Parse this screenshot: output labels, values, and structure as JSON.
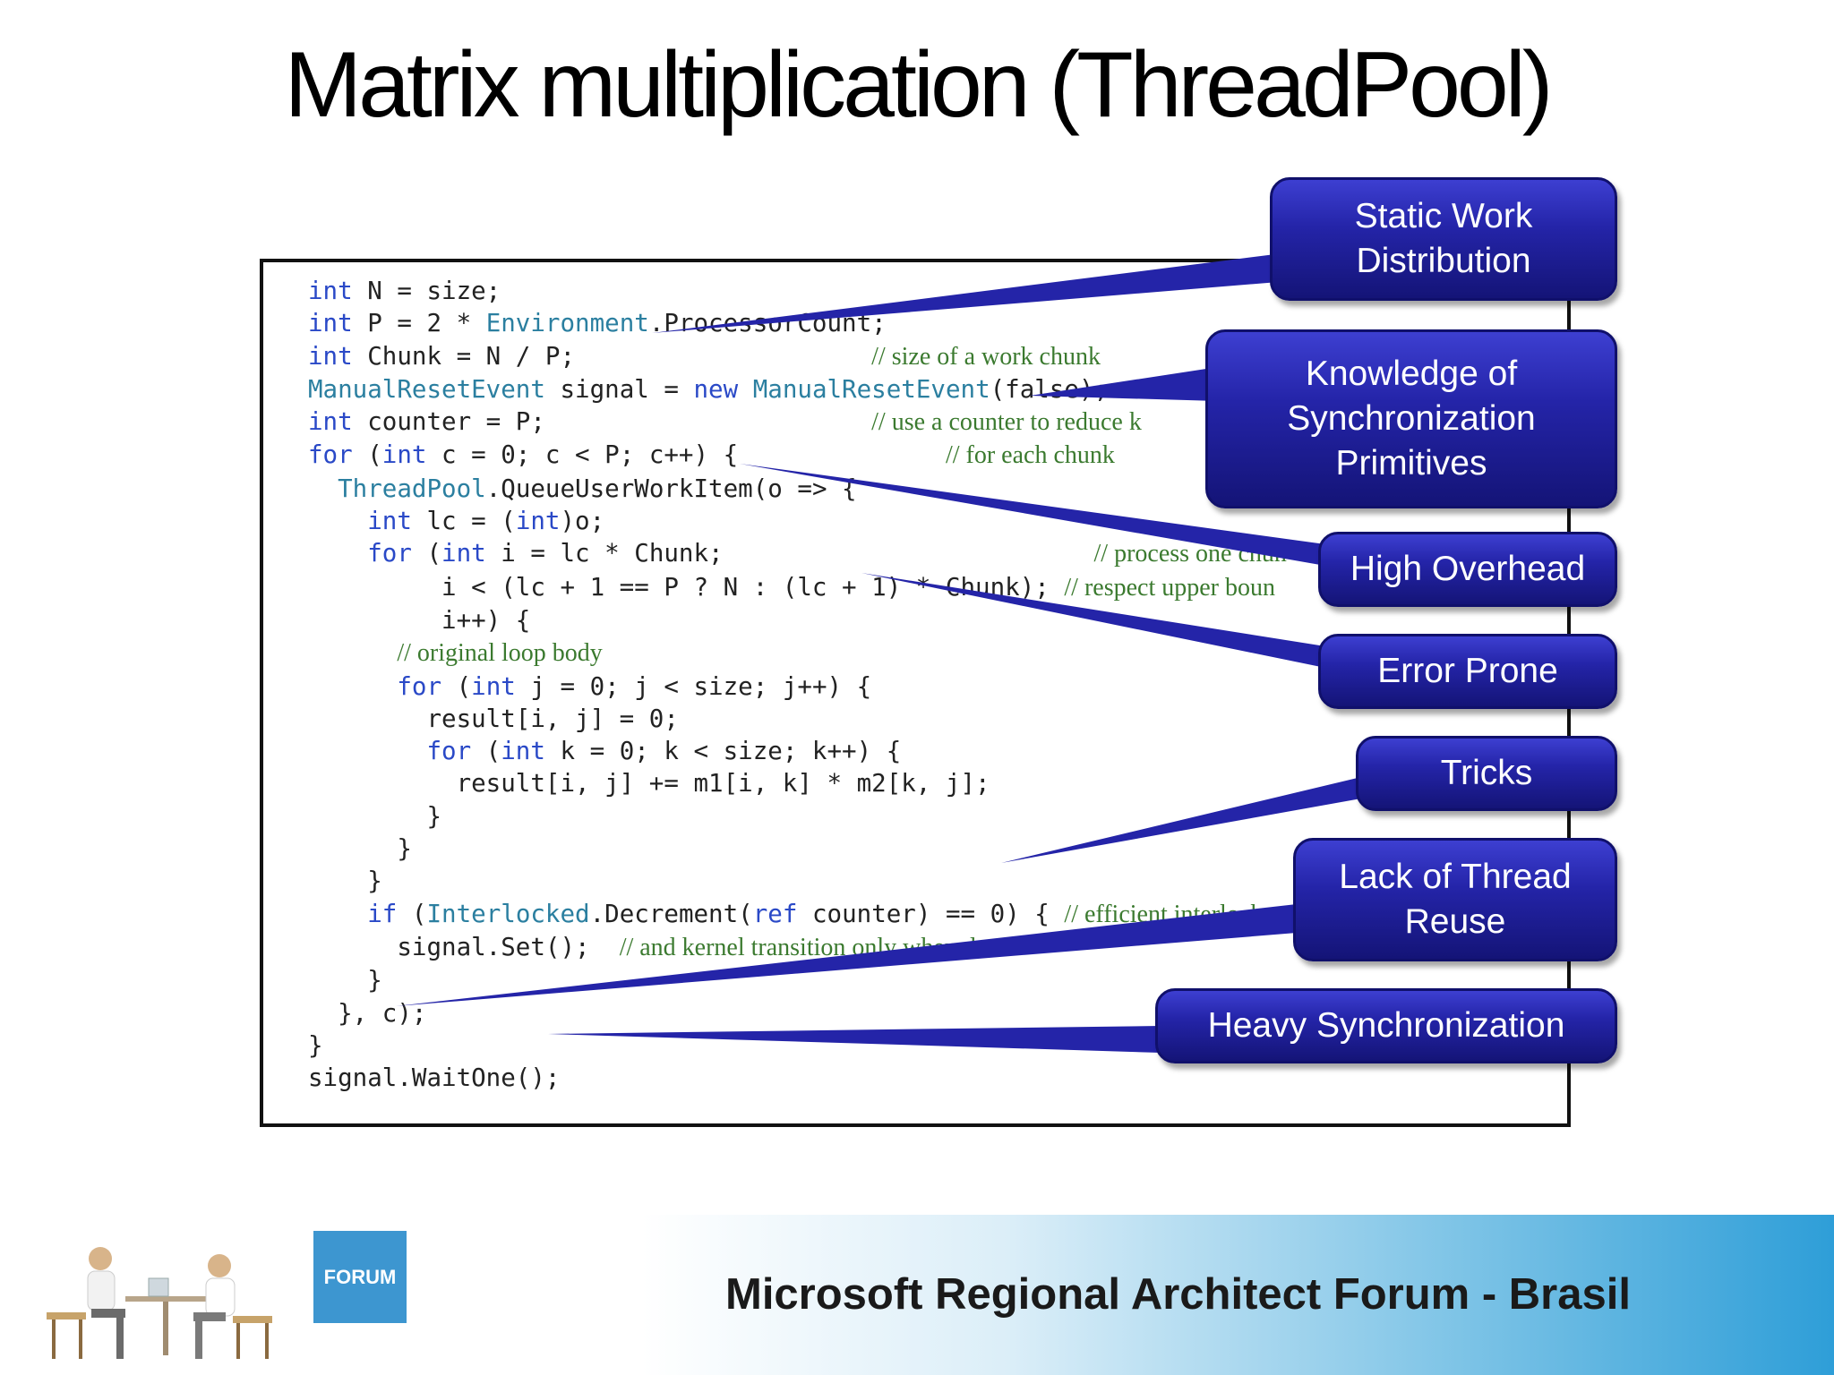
{
  "slide": {
    "title": "Matrix multiplication (ThreadPool)"
  },
  "code": {
    "lines": [
      [
        {
          "t": "int",
          "c": "kw"
        },
        {
          "t": " N = size;"
        }
      ],
      [
        {
          "t": "int",
          "c": "kw"
        },
        {
          "t": " P = 2 * "
        },
        {
          "t": "Environment",
          "c": "ty"
        },
        {
          "t": ".ProcessorCount;"
        }
      ],
      [
        {
          "t": "int",
          "c": "kw"
        },
        {
          "t": " Chunk = N / P;                    "
        },
        {
          "t": "// size of a work chunk",
          "c": "cm"
        }
      ],
      [
        {
          "t": "ManualResetEvent",
          "c": "ty"
        },
        {
          "t": " signal = "
        },
        {
          "t": "new",
          "c": "kw"
        },
        {
          "t": " "
        },
        {
          "t": "ManualResetEvent",
          "c": "ty"
        },
        {
          "t": "(false);"
        }
      ],
      [
        {
          "t": "int",
          "c": "kw"
        },
        {
          "t": " counter = P;                      "
        },
        {
          "t": "// use a counter to reduce k",
          "c": "cm"
        }
      ],
      [
        {
          "t": "for",
          "c": "kw"
        },
        {
          "t": " ("
        },
        {
          "t": "int",
          "c": "kw"
        },
        {
          "t": " c = 0; c < P; c++) {              "
        },
        {
          "t": "// for each chunk",
          "c": "cm"
        }
      ],
      [
        {
          "t": "  "
        },
        {
          "t": "ThreadPool",
          "c": "ty"
        },
        {
          "t": ".QueueUserWorkItem(o => {"
        }
      ],
      [
        {
          "t": "    "
        },
        {
          "t": "int",
          "c": "kw"
        },
        {
          "t": " lc = ("
        },
        {
          "t": "int",
          "c": "kw"
        },
        {
          "t": ")o;"
        }
      ],
      [
        {
          "t": "    "
        },
        {
          "t": "for",
          "c": "kw"
        },
        {
          "t": " ("
        },
        {
          "t": "int",
          "c": "kw"
        },
        {
          "t": " i = lc * Chunk;                         "
        },
        {
          "t": "// process one chun",
          "c": "cm"
        }
      ],
      [
        {
          "t": "         i < (lc + 1 == P ? N : (lc + 1) * Chunk); "
        },
        {
          "t": "// respect upper boun",
          "c": "cm"
        }
      ],
      [
        {
          "t": "         i++) {"
        }
      ],
      [
        {
          "t": "      "
        },
        {
          "t": "// original loop body",
          "c": "cm"
        }
      ],
      [
        {
          "t": "      "
        },
        {
          "t": "for",
          "c": "kw"
        },
        {
          "t": " ("
        },
        {
          "t": "int",
          "c": "kw"
        },
        {
          "t": " j = 0; j < size; j++) {"
        }
      ],
      [
        {
          "t": "        result[i, j] = 0;"
        }
      ],
      [
        {
          "t": "        "
        },
        {
          "t": "for",
          "c": "kw"
        },
        {
          "t": " ("
        },
        {
          "t": "int",
          "c": "kw"
        },
        {
          "t": " k = 0; k < size; k++) {"
        }
      ],
      [
        {
          "t": "          result[i, j] += m1[i, k] * m2[k, j];"
        }
      ],
      [
        {
          "t": "        }"
        }
      ],
      [
        {
          "t": "      }"
        }
      ],
      [
        {
          "t": "    }"
        }
      ],
      [
        {
          "t": "    "
        },
        {
          "t": "if",
          "c": "kw"
        },
        {
          "t": " ("
        },
        {
          "t": "Interlocked",
          "c": "ty"
        },
        {
          "t": ".Decrement("
        },
        {
          "t": "ref",
          "c": "kw"
        },
        {
          "t": " counter) == 0) { "
        },
        {
          "t": "// efficient interlock",
          "c": "cm"
        }
      ],
      [
        {
          "t": "      signal.Set();  "
        },
        {
          "t": "// and kernel transition only when d",
          "c": "cm"
        }
      ],
      [
        {
          "t": "    }"
        }
      ],
      [
        {
          "t": "  }, c);"
        }
      ],
      [
        {
          "t": "}"
        }
      ],
      [
        {
          "t": "signal.WaitOne();"
        }
      ]
    ]
  },
  "callouts": [
    {
      "id": "static-work-distribution",
      "text": "Static Work\nDistribution"
    },
    {
      "id": "knowledge-of-synchronization-primitives",
      "text": "Knowledge of\nSynchronization\nPrimitives"
    },
    {
      "id": "high-overhead",
      "text": "High Overhead"
    },
    {
      "id": "error-prone",
      "text": "Error Prone"
    },
    {
      "id": "tricks",
      "text": "Tricks"
    },
    {
      "id": "lack-of-thread-reuse",
      "text": "Lack of Thread\nReuse"
    },
    {
      "id": "heavy-synchronization",
      "text": "Heavy Synchronization"
    }
  ],
  "footer": {
    "badge": "FORUM",
    "text": "Microsoft Regional Architect Forum - Brasil"
  },
  "colors": {
    "callout_fill": "#2424a8",
    "keyword": "#2a49c7",
    "type": "#2b7fa0",
    "comment": "#3b7a2f"
  }
}
